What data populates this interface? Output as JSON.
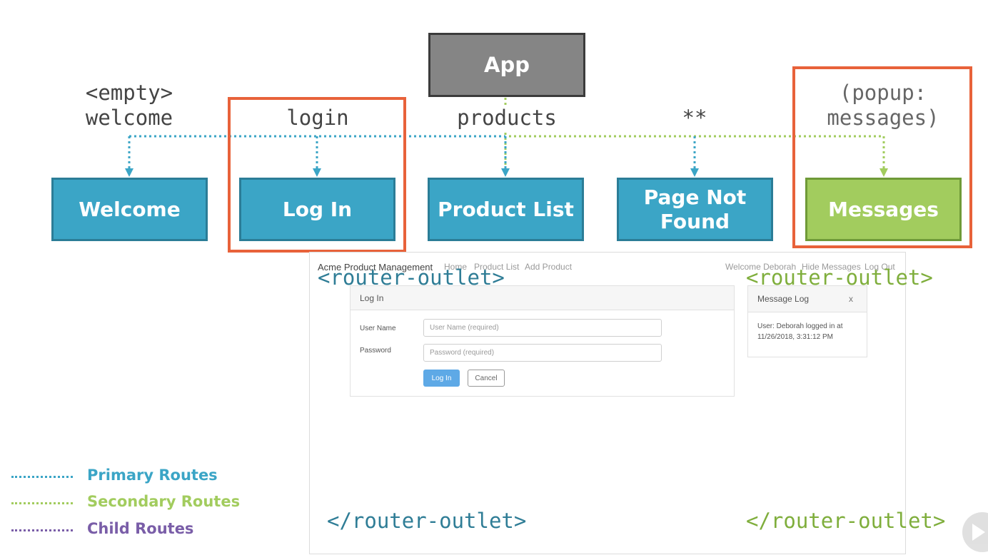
{
  "diagram": {
    "root": "App",
    "routes": [
      {
        "path_lines": [
          "<empty>",
          "welcome"
        ],
        "component": [
          "Welcome"
        ],
        "kind": "primary"
      },
      {
        "path_lines": [
          "login"
        ],
        "component": [
          "Log In"
        ],
        "kind": "primary",
        "highlighted": true
      },
      {
        "path_lines": [
          "products"
        ],
        "component": [
          "Product List"
        ],
        "kind": "primary"
      },
      {
        "path_lines": [
          "**"
        ],
        "component": [
          "Page Not",
          "Found"
        ],
        "kind": "primary"
      },
      {
        "path_lines": [
          "(popup:",
          "messages)"
        ],
        "component": [
          "Messages"
        ],
        "kind": "secondary",
        "highlighted": true
      }
    ],
    "colors": {
      "primary": "#3ba5c6",
      "secondary": "#a2cc5e",
      "child": "#7a5ea8",
      "highlight": "#e8623a",
      "root": "#858585"
    }
  },
  "app_preview": {
    "brand": "Acme Product Management",
    "nav_links": [
      "Home",
      "Product List",
      "Add Product"
    ],
    "nav_right": [
      "Welcome Deborah",
      "Hide Messages",
      "Log Out"
    ],
    "primary_outlet_open": "<router-outlet>",
    "primary_outlet_close": "</router-outlet>",
    "secondary_outlet_open": "<router-outlet>",
    "secondary_outlet_close": "</router-outlet>",
    "login_panel": {
      "title": "Log In",
      "username_label": "User Name",
      "username_placeholder": "User Name (required)",
      "password_label": "Password",
      "password_placeholder": "Password (required)",
      "login_button": "Log In",
      "cancel_button": "Cancel"
    },
    "message_panel": {
      "title": "Message Log",
      "close": "x",
      "message_lines": [
        "User: Deborah logged in at",
        "11/26/2018, 3:31:12 PM"
      ]
    }
  },
  "legend": [
    {
      "label": "Primary Routes",
      "color": "#3ba5c6"
    },
    {
      "label": "Secondary Routes",
      "color": "#a2cc5e"
    },
    {
      "label": "Child Routes",
      "color": "#7a5ea8"
    }
  ],
  "player_icon": "play-icon"
}
